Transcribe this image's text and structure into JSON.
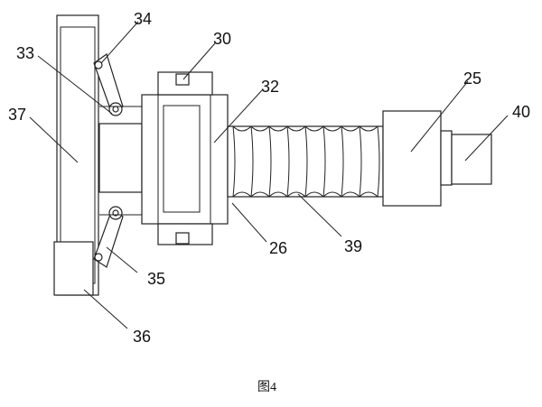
{
  "labels": {
    "l34": "34",
    "l30": "30",
    "l33": "33",
    "l32": "32",
    "l25": "25",
    "l37": "37",
    "l40": "40",
    "l26": "26",
    "l39": "39",
    "l35": "35",
    "l36": "36"
  },
  "caption": "图4",
  "colors": {
    "stroke": "#222222",
    "background": "#ffffff"
  }
}
